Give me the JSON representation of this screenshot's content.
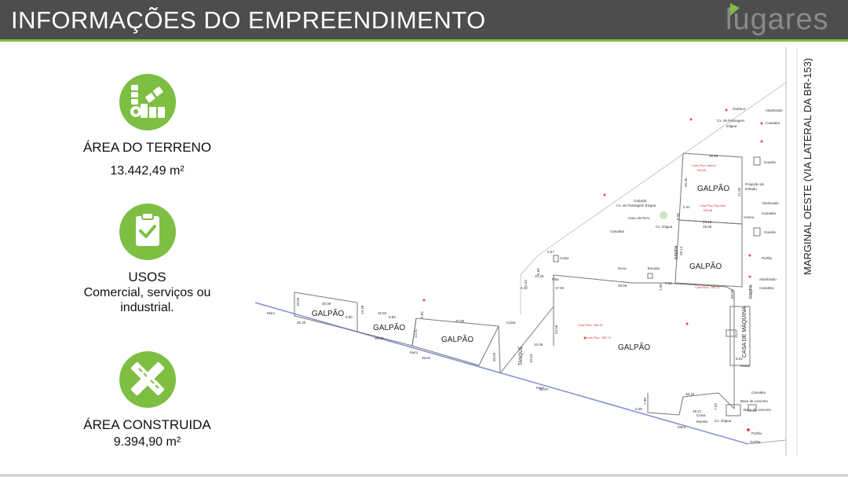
{
  "header": {
    "title": "INFORMAÇÕES DO EMPREENDIMENTO",
    "brand": "lugares"
  },
  "info": {
    "terreno": {
      "label": "ÁREA DO TERRENO",
      "value": "13.442,49 m²",
      "icon": "land-area-icon"
    },
    "usos": {
      "label": "USOS",
      "desc1": "Comercial, serviços ou",
      "desc2": "industrial.",
      "icon": "clipboard-check-icon"
    },
    "construida": {
      "label": "ÁREA CONSTRUIDA",
      "value": "9.394,90 m²",
      "icon": "pencil-ruler-icon"
    }
  },
  "colors": {
    "accent": "#7dbe43",
    "header": "#4d4d4d"
  },
  "plan": {
    "road": "MARGINAL OESTE (VIA LATERAL DA BR-153)",
    "galpao": "GALPÃO",
    "casa_maquina": "CASA DE MÁQUINA",
    "tanque": "TANQUE",
    "rampa": "RAMPA",
    "labels": {
      "outdoor": "Outdoor",
      "alambrado": "Alambrado",
      "cx_passagem": "Cx. de Passagem",
      "dagua": "d'água",
      "canaleta": "Canaleta",
      "guarita": "Guarita",
      "projecao": "Projeção de",
      "telhado": "telhado",
      "calcada": "Calçada",
      "cx_passagem_agua": "Cx. de Passagem d'água",
      "cano_ferro": "Cano de ferro",
      "cx_dagua": "Cx. d'água",
      "arrimo": "Arrimo",
      "portao": "Portão",
      "caixa": "Caixa",
      "doca": "Doca",
      "escada": "Escada",
      "pilar": "Pilar",
      "muro": "Muro",
      "base_concreto": "Base de concreto",
      "mureta": "Mureta",
      "grelha": "Grelha"
    },
    "dims": {
      "d1": "26.53",
      "d2": "25.36",
      "d3": "21.36",
      "d4": "29.15",
      "d5": "26.68",
      "d6": "8.96",
      "d7": "2.44",
      "d8": "28.14",
      "d9": "39.56",
      "d10": "7.02",
      "d11": "1.30",
      "d12": "60.96",
      "d13": "25.27",
      "d14": "8.04",
      "d15": "36.10",
      "d16": "18.21",
      "d17": "7.93",
      "d18": "9.39",
      "d19": "7.90",
      "d20": "36.87",
      "d21": "39.84",
      "d22": "10.53",
      "d23": "22.06",
      "d24": "20.03",
      "d25": "37.90",
      "d26": "13.40",
      "d27": "16.62",
      "d28": "14.31",
      "d29": "30.09",
      "d30": "20.20",
      "d31": "28.04",
      "d32": "10.56",
      "d33": "8.80",
      "d34": "5.84",
      "d35": "9.84",
      "d36": "10.29",
      "d37": "2.57",
      "d38": "4.40",
      "d39": "17.83",
      "d40": "10.06",
      "d41": "1.53",
      "d42": "5.68"
    },
    "cotas": {
      "c1": "Cota Piso Inferior",
      "c1v": "765.99",
      "c2": "Cota Piso Superior",
      "c2v": "769.48",
      "c3": "Cota Piso: 766.71",
      "c4": "Cota Piso: 766.43",
      "c5": "Cota Piso: 765.74"
    }
  }
}
